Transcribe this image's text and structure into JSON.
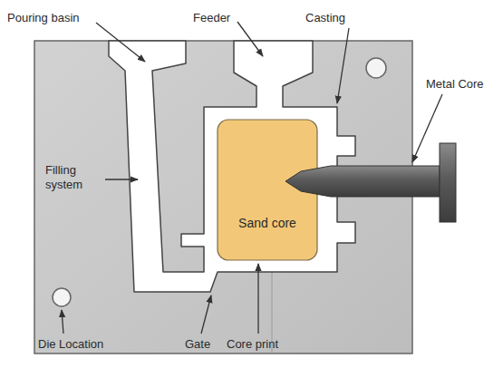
{
  "diagram": {
    "nodes": [
      {
        "text": [
          "Sand core"
        ]
      }
    ],
    "labels": [
      "Pouring basin",
      "Feeder",
      "Casting",
      "Metal Core",
      "Filling system",
      "Die Location",
      "Gate",
      "Core print"
    ]
  }
}
